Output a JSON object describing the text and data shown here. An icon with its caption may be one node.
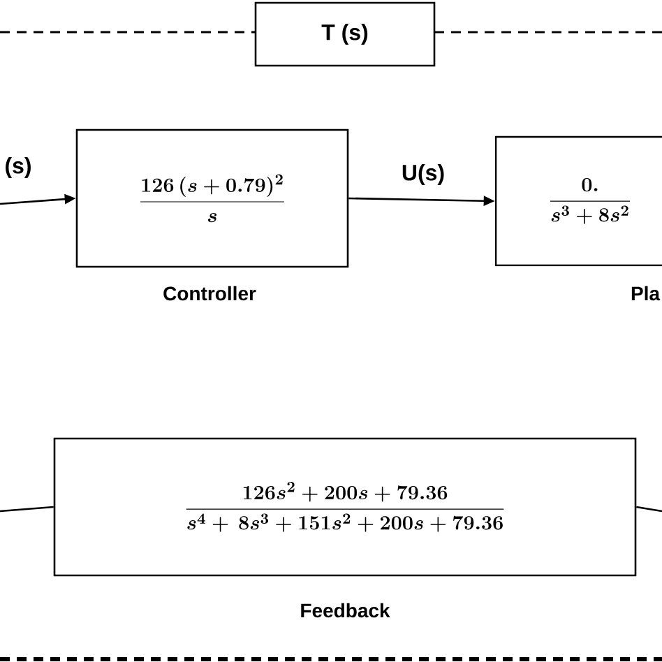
{
  "diagram": {
    "nodes": [
      {
        "text": [
          "T (s)"
        ]
      },
      {
        "text": [
          "\\dfrac{126\\,(s+0.79)^{2}}{s}"
        ],
        "beside": [
          "Controller"
        ]
      },
      {
        "text": [
          "\\dfrac{0.}{s^{3}+8s^{2}}"
        ],
        "beside": [
          "Pla"
        ]
      },
      {
        "text": [
          "\\dfrac{126s^{2}+200s+79.36}{s^{4}+\\,8s^{3}+151s^{2}+200s+79.36}"
        ],
        "beside": [
          "Feedback"
        ]
      }
    ],
    "edges": [
      {
        "from": null,
        "to": 1,
        "arrow": "to",
        "label": "(s)"
      },
      {
        "from": 1,
        "to": 2,
        "arrow": "to",
        "label": "U(s)"
      },
      {
        "from": null,
        "to": 3,
        "arrow": "none"
      },
      {
        "from": 3,
        "to": null,
        "arrow": "none"
      }
    ]
  }
}
